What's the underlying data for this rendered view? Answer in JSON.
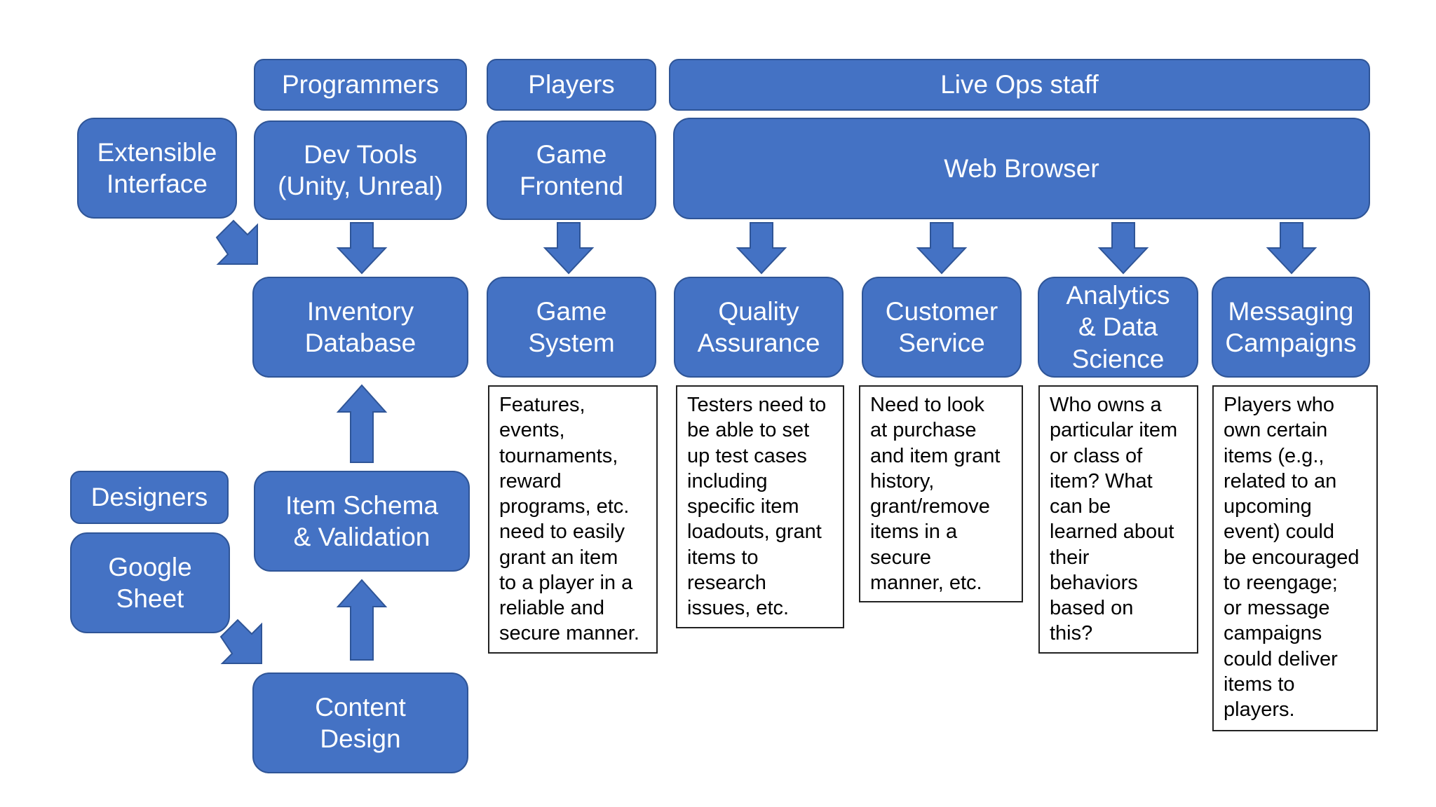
{
  "colors": {
    "box_fill": "#4472C4",
    "box_border": "#2F5597",
    "box_text": "#FFFFFF",
    "note_border": "#222222"
  },
  "headers": {
    "programmers": "Programmers",
    "players": "Players",
    "live_ops": "Live Ops staff",
    "designers": "Designers"
  },
  "boxes": {
    "extensible_interface": "Extensible\nInterface",
    "dev_tools": "Dev Tools\n(Unity, Unreal)",
    "game_frontend": "Game\nFrontend",
    "web_browser": "Web Browser",
    "inventory_database": "Inventory\nDatabase",
    "game_system": "Game\nSystem",
    "quality_assurance": "Quality\nAssurance",
    "customer_service": "Customer\nService",
    "analytics": "Analytics\n& Data\nScience",
    "messaging": "Messaging\nCampaigns",
    "item_schema": "Item Schema\n& Validation",
    "google_sheet": "Google\nSheet",
    "content_design": "Content\nDesign"
  },
  "notes": {
    "game_system": "Features,\nevents,\ntournaments,\nreward\nprograms, etc.\nneed to easily\ngrant an item\nto a player in a\nreliable and\nsecure manner.",
    "quality_assurance": "Testers need to\nbe able to set\nup test cases\nincluding\nspecific item\nloadouts, grant\nitems to\nresearch\nissues, etc.",
    "customer_service": "Need to look\nat purchase\nand item grant\nhistory,\ngrant/remove\nitems in a\nsecure\nmanner, etc.",
    "analytics": "Who owns a\nparticular item\nor class of\nitem? What\ncan be\nlearned about\ntheir\nbehaviors\nbased on\nthis?",
    "messaging": "Players who\nown certain\nitems (e.g.,\nrelated to an\nupcoming\nevent) could\nbe encouraged\nto reengage;\nor message\ncampaigns\ncould deliver\nitems to\nplayers."
  }
}
